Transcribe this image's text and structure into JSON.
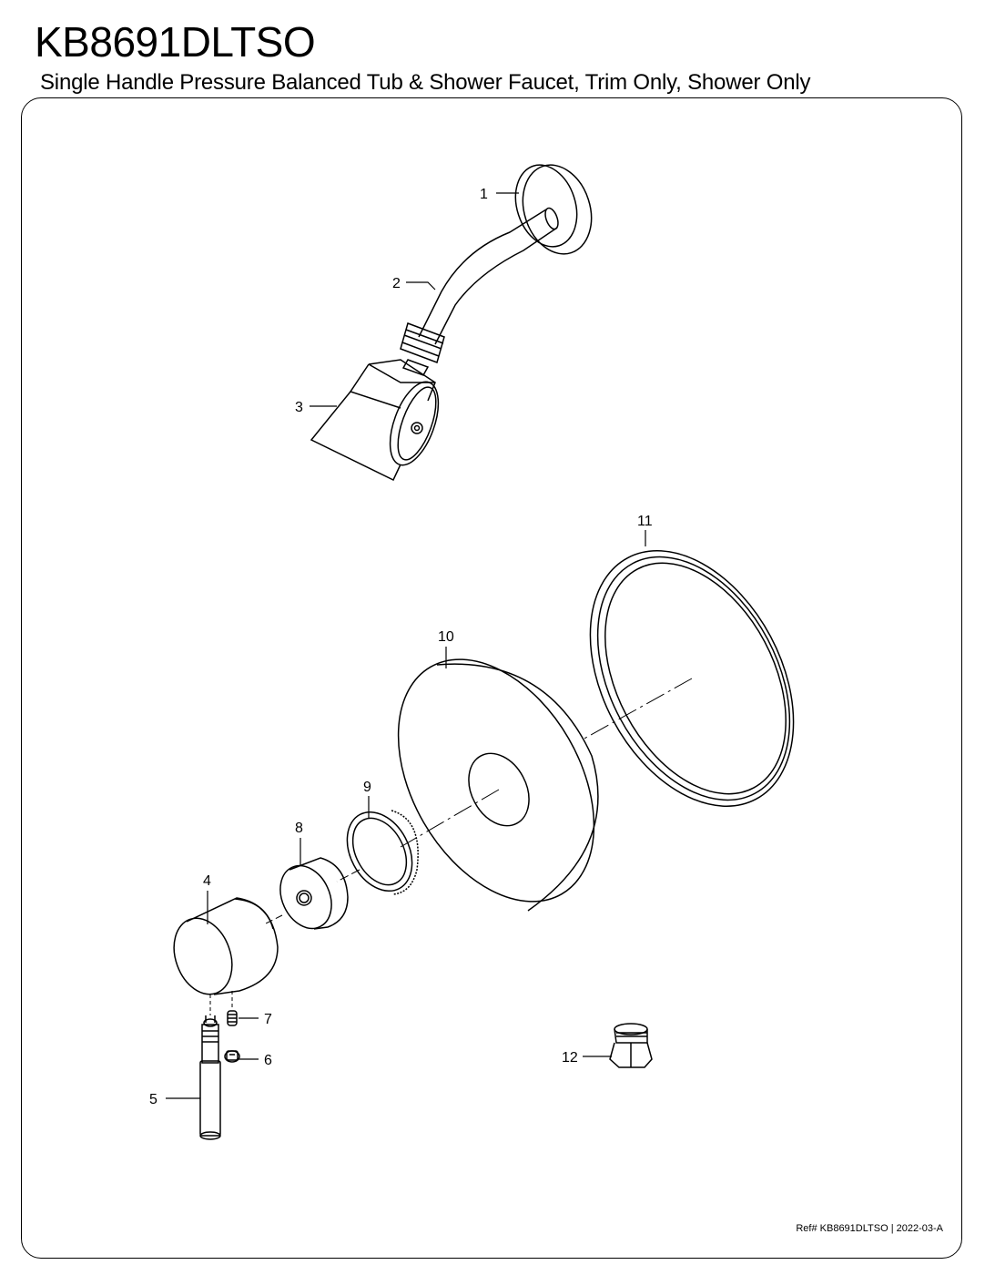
{
  "header": {
    "model": "KB8691DLTSO",
    "description": "Single Handle Pressure Balanced Tub & Shower Faucet, Trim Only, Shower Only"
  },
  "parts": [
    {
      "number": "1"
    },
    {
      "number": "2"
    },
    {
      "number": "3"
    },
    {
      "number": "4"
    },
    {
      "number": "5"
    },
    {
      "number": "6"
    },
    {
      "number": "7"
    },
    {
      "number": "8"
    },
    {
      "number": "9"
    },
    {
      "number": "10"
    },
    {
      "number": "11"
    },
    {
      "number": "12"
    }
  ],
  "footer": {
    "ref": "Ref# KB8691DLTSO | 2022-03-A"
  }
}
